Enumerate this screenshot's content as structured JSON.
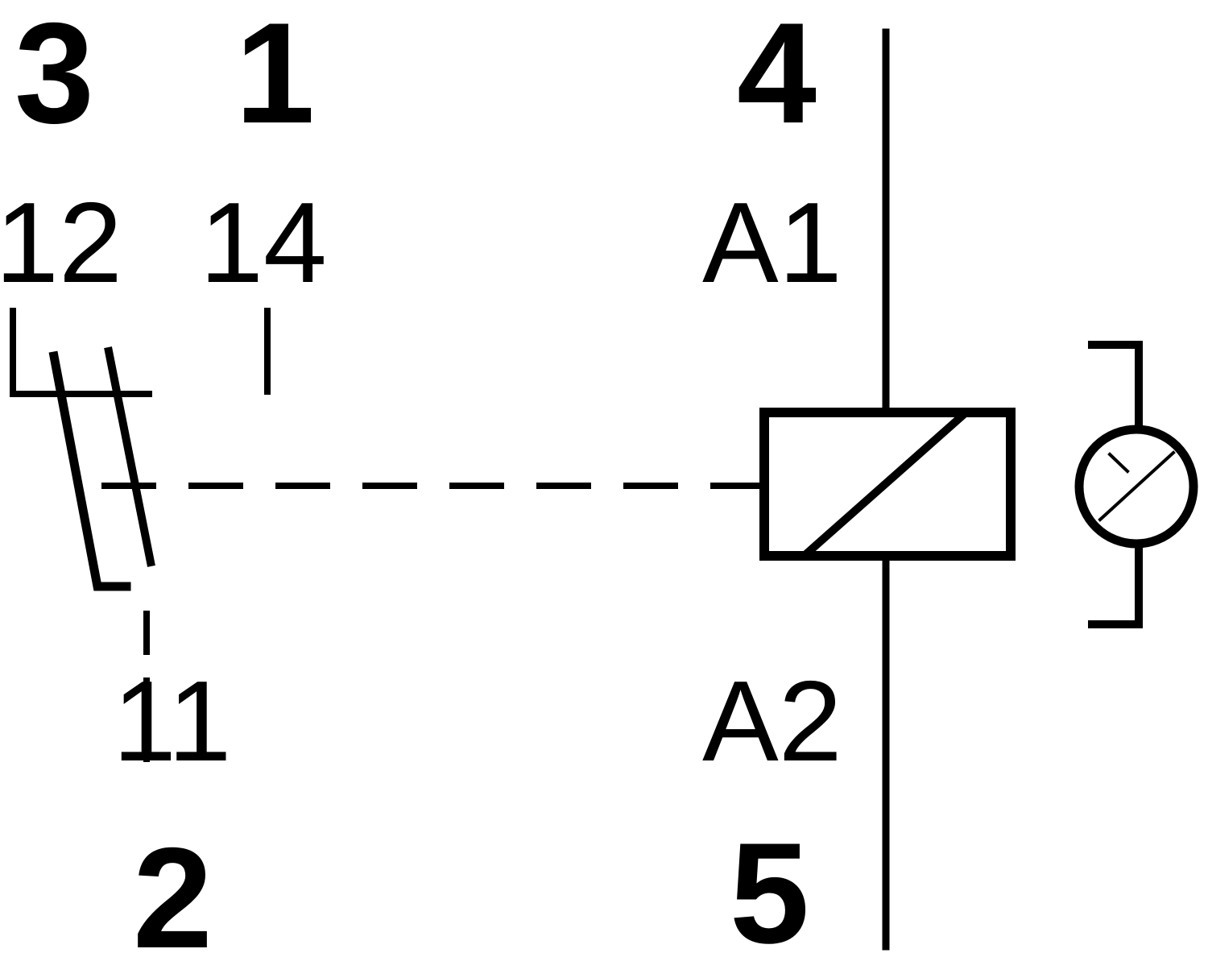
{
  "pins": {
    "p1": "1",
    "p2": "2",
    "p3": "3",
    "p4": "4",
    "p5": "5"
  },
  "terminals": {
    "t11": "11",
    "t12": "12",
    "t14": "14",
    "a1": "A1",
    "a2": "A2"
  },
  "colors": {
    "ink": "#000000",
    "background": "#ffffff"
  },
  "icons": {
    "relay_coil": "relay-coil-icon",
    "contact": "changeover-contact-icon",
    "indicator_lamp": "indicator-lamp-icon"
  }
}
